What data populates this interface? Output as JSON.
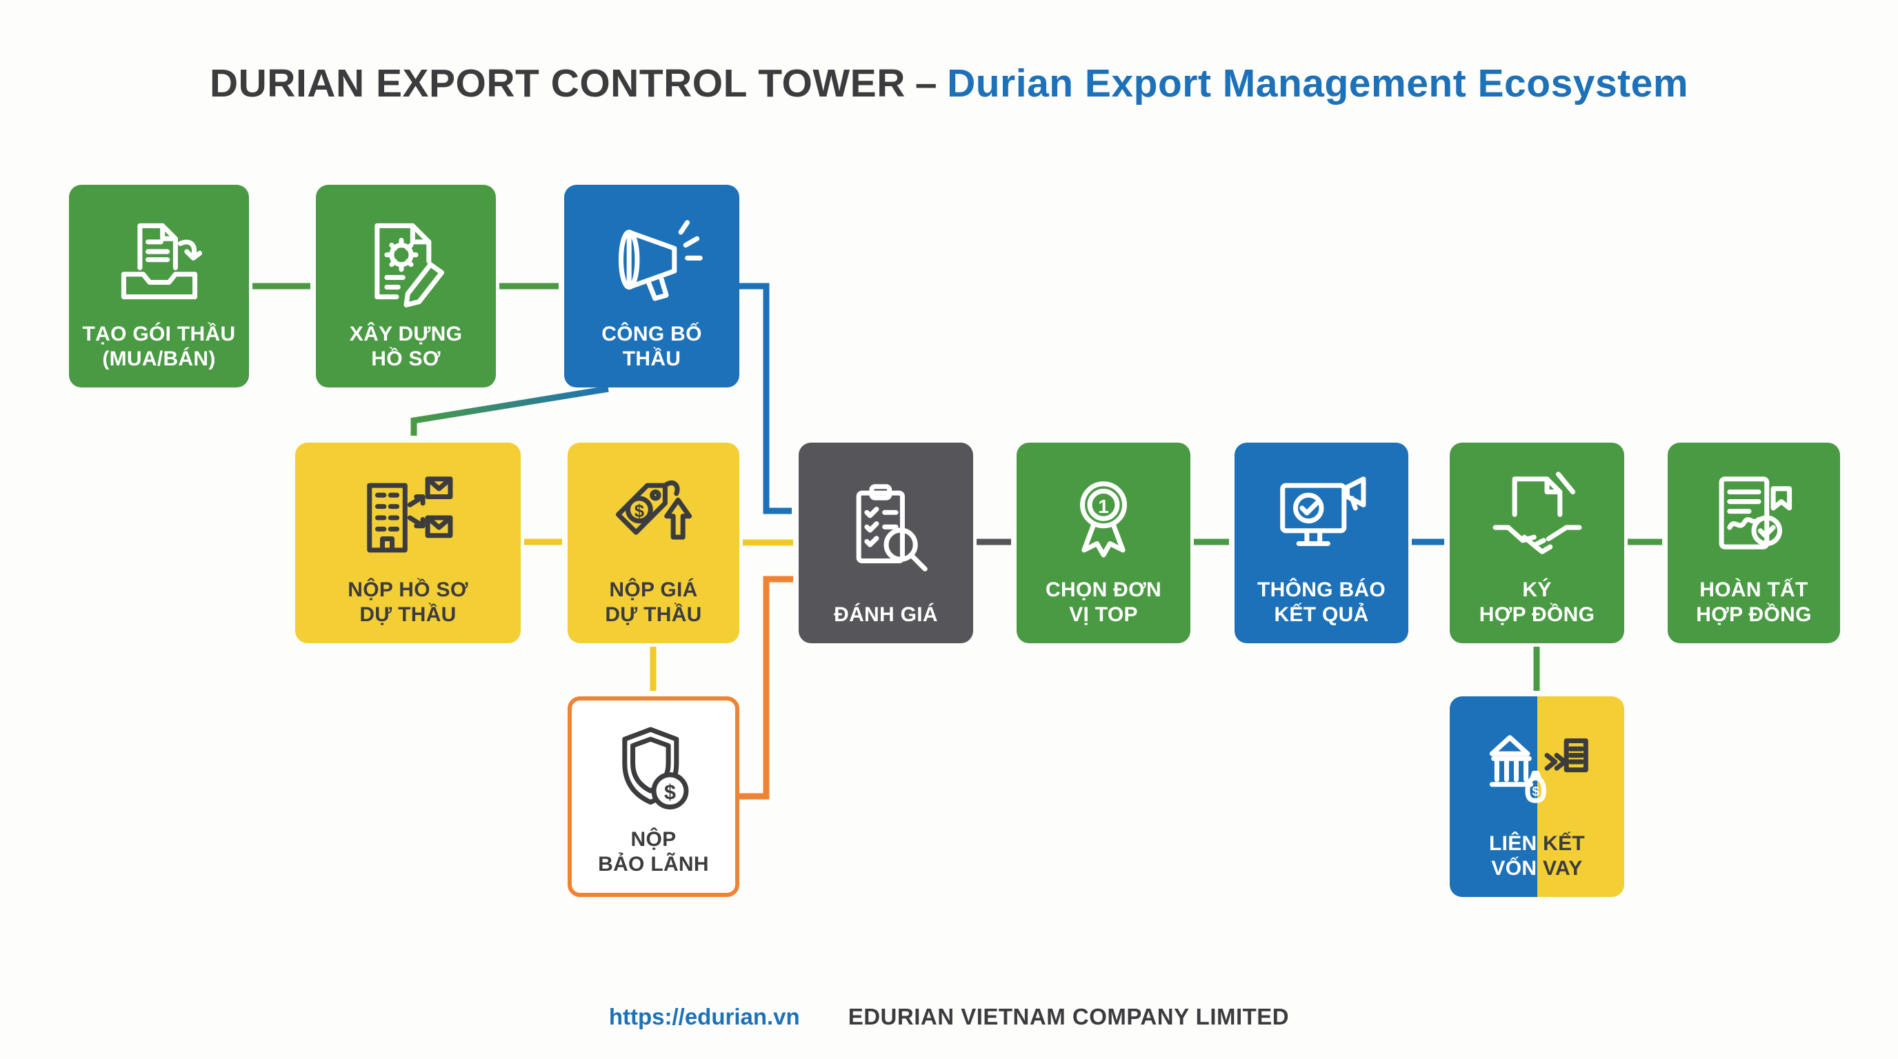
{
  "title": {
    "main": "DURIAN EXPORT CONTROL TOWER",
    "dash": "–",
    "sub": "Durian Export Management Ecosystem"
  },
  "footer": {
    "url": "https://edurian.vn",
    "company": "EDURIAN VIETNAM COMPANY LIMITED"
  },
  "colors": {
    "green": "#4a9a44",
    "blue": "#1d71b8",
    "yellow": "#f3cf35",
    "dark_gray": "#56565a",
    "orange": "#f08233",
    "title_dark": "#3c3c3e",
    "title_blue": "#1d71b8",
    "arrow_yellow": "#f2c928"
  },
  "nodes": [
    {
      "id": "tao-goi-thau",
      "label": "TẠO GÓI THẦU\n(MUA/BÁN)",
      "icon": "inbox-documents-icon",
      "color": "green"
    },
    {
      "id": "xay-dung-ho-so",
      "label": "XÂY DỰNG\nHỒ SƠ",
      "icon": "document-gear-pencil-icon",
      "color": "green"
    },
    {
      "id": "cong-bo-thau",
      "label": "CÔNG BỐ\nTHẦU",
      "icon": "megaphone-icon",
      "color": "blue"
    },
    {
      "id": "nop-ho-so-du-thau",
      "label": "NỘP HỒ SƠ\nDỰ THẦU",
      "icon": "building-envelopes-icon",
      "color": "yellow"
    },
    {
      "id": "nop-gia-du-thau",
      "label": "NỘP GIÁ\nDỰ THẦU",
      "icon": "price-tag-arrow-icon",
      "color": "yellow"
    },
    {
      "id": "danh-gia",
      "label": "ĐÁNH GIÁ",
      "icon": "clipboard-magnifier-icon",
      "color": "dark"
    },
    {
      "id": "chon-don-vi-top",
      "label": "CHỌN ĐƠN\nVỊ TOP",
      "icon": "medal-number-one-icon",
      "color": "green"
    },
    {
      "id": "thong-bao-ket-qua",
      "label": "THÔNG BÁO\nKẾT QUẢ",
      "icon": "monitor-announcement-icon",
      "color": "blue"
    },
    {
      "id": "ky-hop-dong",
      "label": "KÝ\nHỢP ĐỒNG",
      "icon": "handshake-contract-icon",
      "color": "green"
    },
    {
      "id": "hoan-tat-hop-dong",
      "label": "HOÀN TẤT\nHỢP ĐỒNG",
      "icon": "certified-document-icon",
      "color": "green"
    },
    {
      "id": "nop-bao-lanh",
      "label": "NỘP\nBẢO LÃNH",
      "icon": "shield-dollar-icon",
      "color": "white-orange"
    },
    {
      "id": "lien-ket-von-vay",
      "label": "LIÊN KẾT\nVỐN VAY",
      "icon": "bank-loan-icon",
      "color": "split",
      "parts": {
        "line1_left": "LIÊN",
        "line1_right": "KẾT",
        "line2_left": "VỐN",
        "line2_right": "VAY"
      }
    }
  ],
  "flows": [
    {
      "from": "tao-goi-thau",
      "to": "xay-dung-ho-so",
      "color": "#4a9a44"
    },
    {
      "from": "xay-dung-ho-so",
      "to": "cong-bo-thau",
      "color": "#4a9a44"
    },
    {
      "from": "cong-bo-thau",
      "to": "nop-ho-so-du-thau",
      "color": "blue-to-green-gradient"
    },
    {
      "from": "cong-bo-thau",
      "to": "danh-gia",
      "color": "#1d71b8"
    },
    {
      "from": "nop-ho-so-du-thau",
      "to": "nop-gia-du-thau",
      "color": "#f2c928"
    },
    {
      "from": "nop-gia-du-thau",
      "to": "danh-gia",
      "color": "#f2c928"
    },
    {
      "from": "nop-gia-du-thau",
      "to": "nop-bao-lanh",
      "color": "#f2c928"
    },
    {
      "from": "nop-bao-lanh",
      "to": "danh-gia",
      "color": "#f08233"
    },
    {
      "from": "danh-gia",
      "to": "chon-don-vi-top",
      "color": "#56565a"
    },
    {
      "from": "chon-don-vi-top",
      "to": "thong-bao-ket-qua",
      "color": "#4a9a44"
    },
    {
      "from": "thong-bao-ket-qua",
      "to": "ky-hop-dong",
      "color": "#1d71b8"
    },
    {
      "from": "ky-hop-dong",
      "to": "hoan-tat-hop-dong",
      "color": "#4a9a44"
    },
    {
      "from": "ky-hop-dong",
      "to": "lien-ket-von-vay",
      "color": "#4a9a44"
    }
  ]
}
